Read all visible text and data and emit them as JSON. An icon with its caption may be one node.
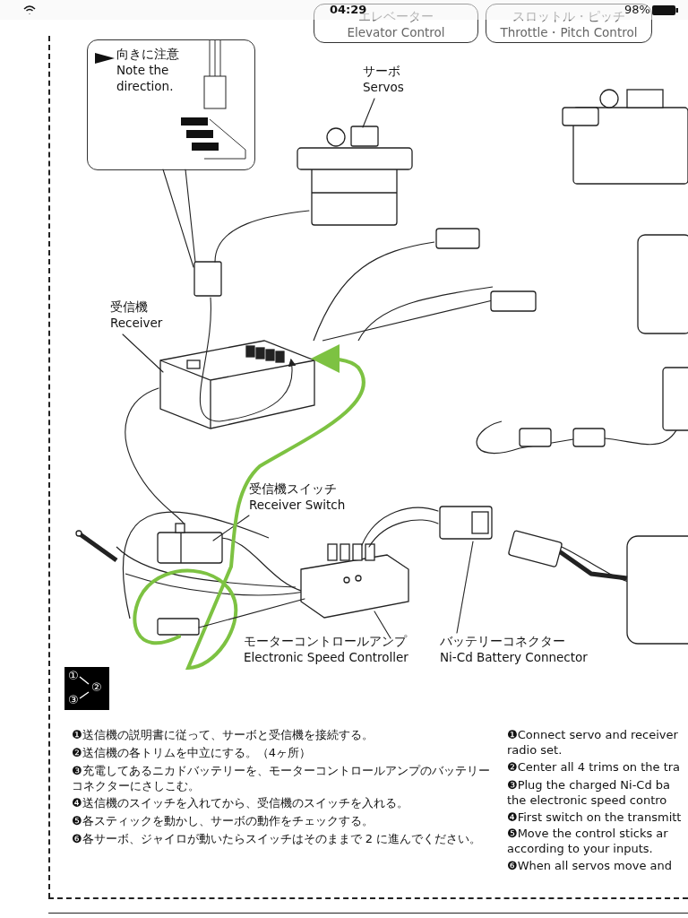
{
  "diagram": {
    "nodes": [
      {
        "text": [
          "エレベーター",
          "Elevator Control"
        ]
      },
      {
        "text": [
          "スロットル・ピッチ",
          "Throttle・Pitch Control"
        ]
      },
      {
        "text": [
          "向きに注意",
          "Note the direction."
        ]
      },
      {
        "text": [
          "サーボ",
          "Servos"
        ]
      },
      {
        "text": [],
        "shape": "picture"
      },
      {
        "text": [
          "受信機",
          "Receiver"
        ]
      },
      {
        "text": [],
        "shape": "picture"
      },
      {
        "text": [
          "受信機スイッチ",
          "Receiver Switch"
        ]
      },
      {
        "text": [],
        "shape": "picture"
      },
      {
        "text": [],
        "shape": "picture"
      },
      {
        "text": [],
        "shape": "picture"
      },
      {
        "text": [],
        "shape": "box"
      },
      {
        "text": [
          "モーターコントロールアンプ",
          "Electronic Speed Controller"
        ]
      },
      {
        "text": [
          "バッテリーコネクター",
          "Ni-Cd Battery Connector"
        ]
      },
      {
        "text": [],
        "shape": "box"
      }
    ],
    "edges": [
      {
        "from": 3,
        "to": 4,
        "arrow": "none"
      },
      {
        "from": 5,
        "to": 6,
        "arrow": "none"
      },
      {
        "from": 7,
        "to": 8,
        "arrow": "none"
      },
      {
        "from": 12,
        "to": 10,
        "arrow": "none"
      },
      {
        "from": 13,
        "to": 9,
        "arrow": "none"
      },
      {
        "from": 11,
        "to": 6,
        "arrow": "to",
        "style": "thick",
        "color": "#7dc242"
      },
      {
        "from": 4,
        "to": 14,
        "arrow": "none"
      },
      {
        "from": 14,
        "to": 6,
        "arrow": "to"
      },
      {
        "from": 8,
        "to": 6,
        "arrow": "none"
      },
      {
        "from": 10,
        "to": 9,
        "arrow": "none"
      },
      {
        "from": 10,
        "to": 9,
        "arrow": "none"
      },
      {
        "from": 10,
        "to": 11,
        "arrow": "none"
      },
      {
        "from": 2,
        "to": 14,
        "arrow": "none"
      }
    ],
    "labels": [
      "04:29",
      "98%",
      "①",
      "②",
      "③",
      "❶送信機の説明書に従って、サーボと受信機を接続する。",
      "❷送信機の各トリムを中立にする。（4ヶ所）",
      "❸充電してあるニカドバッテリーを、モーターコントロールアンプのバッテリーコネクターにさしこむ。",
      "❹送信機のスイッチを入れてから、受信機のスイッチを入れる。",
      "❺各スティックを動かし、サーボの動作をチェックする。",
      "❻各サーボ、ジャイロが動いたらスイッチはそのままで 2 に進んでください。",
      "❶Connect servo and receiver radio set.",
      "❷Center all 4 trims on the tra",
      "❸Plug the charged Ni-Cd ba the electronic speed contro",
      "❹First switch on the transmitt",
      "❺Move the control sticks ar according to your inputs.",
      "❻When all servos move and"
    ]
  }
}
